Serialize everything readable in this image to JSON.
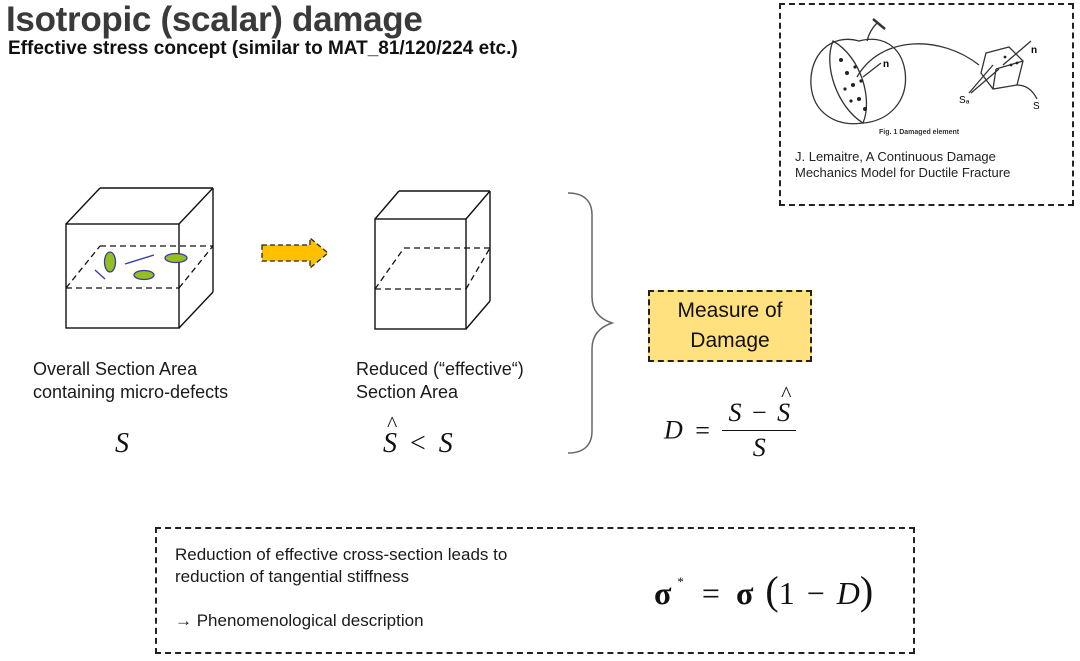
{
  "header": {
    "title": "Isotropic (scalar) damage",
    "subtitle": "Effective stress concept (similar to MAT_81/120/224 etc.)"
  },
  "reference": {
    "figure_label": "Fig. 1    Damaged element",
    "figure_symbols": {
      "normal": "n",
      "damaged_area": "Sₐ",
      "area": "S"
    },
    "caption_line1": "J. Lemaitre, A Continuous Damage",
    "caption_line2": "Mechanics Model for Ductile Fracture"
  },
  "left_cube": {
    "label_line1": "Overall Section Area",
    "label_line2": "containing micro-defects",
    "symbol": "S",
    "defect_color": "#92c020",
    "defect_outline": "#3a3aa0"
  },
  "arrow": {
    "color": "#ffc000"
  },
  "right_cube": {
    "label_line1": "Reduced (“effective“)",
    "label_line2": "Section Area",
    "symbol_hat": "S",
    "relation": "<",
    "symbol_rhs": "S"
  },
  "measure": {
    "line1": "Measure of",
    "line2": "Damage",
    "box_color": "#ffe17f",
    "formula": {
      "lhs": "D",
      "eq": "=",
      "num_a": "S",
      "minus": "−",
      "num_b_hat": "S",
      "den": "S"
    }
  },
  "summary": {
    "line1": "Reduction of effective cross-section leads to",
    "line2": "reduction of tangential stiffness",
    "line3": "→ Phenomenological description",
    "formula": {
      "sigma_star": "σ",
      "star": "*",
      "eq": "=",
      "sigma": "σ",
      "lparen": "(",
      "one": "1",
      "minus": "−",
      "d": "D",
      "rparen": ")"
    }
  }
}
